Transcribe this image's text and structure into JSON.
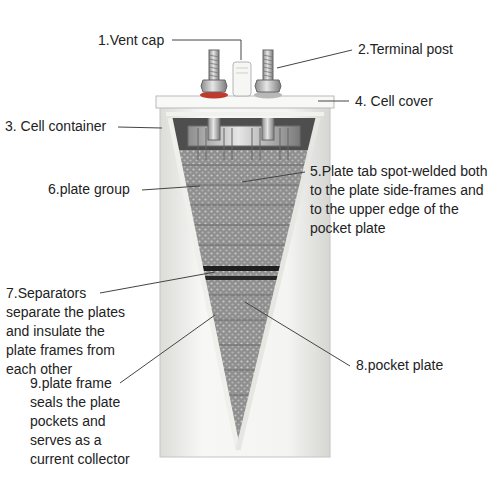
{
  "diagram": {
    "labels": [
      "1.Vent cap",
      "2.Terminal post",
      "3. Cell container",
      "4. Cell cover",
      "5.Plate tab spot-welded both to the plate side-frames and to the upper edge of the pocket plate",
      "6.plate group",
      "7.Separators separate the plates and insulate the plate frames from each other",
      "8.pocket plate",
      "9.plate frame seals the plate pockets and serves as a current collector"
    ]
  }
}
